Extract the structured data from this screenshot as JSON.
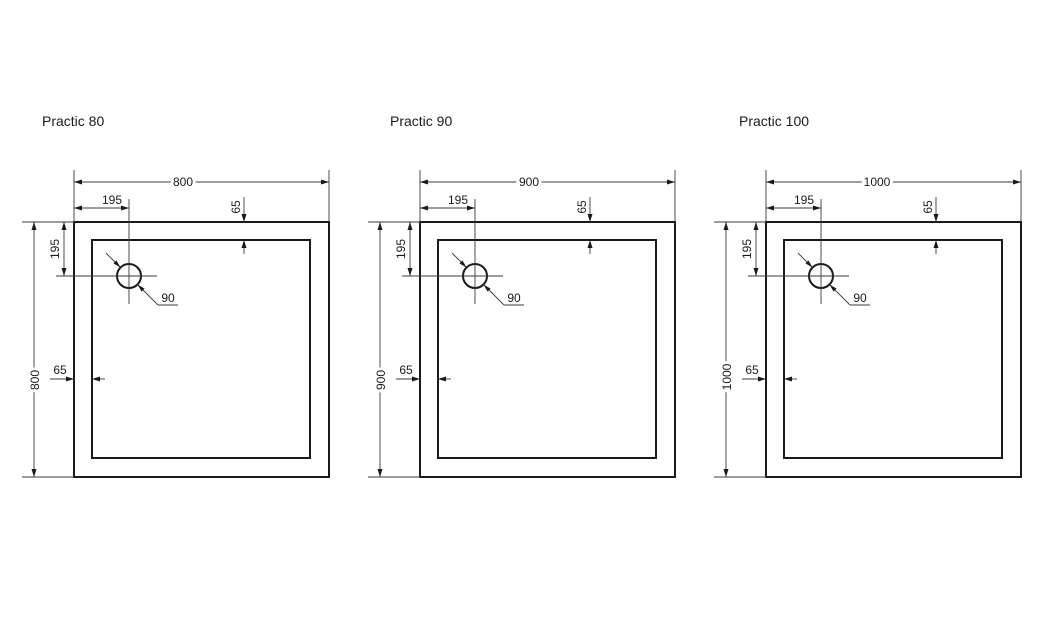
{
  "colors": {
    "line": "#1a1a1a",
    "background": "#ffffff"
  },
  "trays": [
    {
      "title": "Practic 80",
      "width": "800",
      "height": "800",
      "drain_offset_x": "195",
      "drain_offset_y": "195",
      "rim_top": "65",
      "rim_left": "65",
      "drain_diameter": "90"
    },
    {
      "title": "Practic 90",
      "width": "900",
      "height": "900",
      "drain_offset_x": "195",
      "drain_offset_y": "195",
      "rim_top": "65",
      "rim_left": "65",
      "drain_diameter": "90"
    },
    {
      "title": "Practic 100",
      "width": "1000",
      "height": "1000",
      "drain_offset_x": "195",
      "drain_offset_y": "195",
      "rim_top": "65",
      "rim_left": "65",
      "drain_diameter": "90"
    }
  ]
}
